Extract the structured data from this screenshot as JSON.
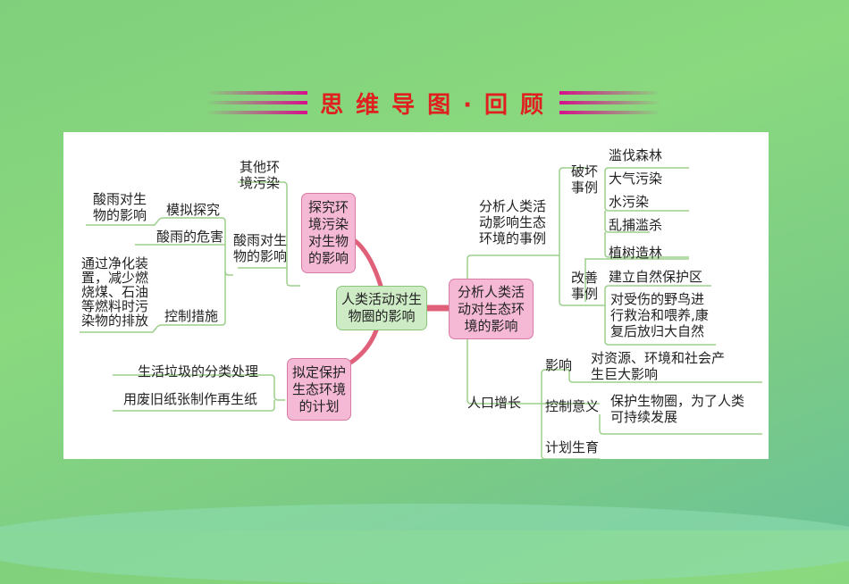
{
  "title": "思维导图·回顾",
  "title_parts": [
    "思维导图",
    "·回顾"
  ],
  "colors": {
    "background": "#86d37e",
    "title_red": "#e0201f",
    "stripe_magenta": "#d6108c",
    "node_pink": "#f5b9d6",
    "node_green": "#cdebc4",
    "connector_green": "#9ccf8c",
    "connector_red": "#e0607a"
  },
  "mindmap": {
    "center": "人类活动对生\n物圈的影响",
    "left_top": {
      "label": "探究环\n境污染\n对生物\n的影响",
      "other": "其他环\n境污染",
      "acid_rain": {
        "label": "酸雨对生\n物的影响",
        "simulate": {
          "label": "模拟探究",
          "detail": "酸雨对生\n物的影响"
        },
        "harm": "酸雨的危害",
        "control": {
          "label": "控制措施",
          "detail": "通过净化装\n置，减少燃\n烧煤、石油\n等燃料时污\n染物的排放"
        }
      }
    },
    "left_bottom": {
      "label": "拟定保护\n生态环境\n的计划",
      "items": [
        "生活垃圾的分类处理",
        "用废旧纸张制作再生纸"
      ]
    },
    "right": {
      "label": "分析人类活\n动对生态环\n境的影响",
      "examples": {
        "label": "分析人类活\n动影响生态\n环境的事例",
        "damage": {
          "label": "破坏\n事例",
          "items": [
            "滥伐森林",
            "大气污染",
            "水污染",
            "乱捕滥杀"
          ]
        },
        "improve": {
          "label": "改善\n事例",
          "items": [
            "植树造林",
            "建立自然保护区",
            "对受伤的野鸟进\n行救治和喂养,康\n复后放归大自然"
          ]
        }
      },
      "population": {
        "label": "人口增长",
        "impact": {
          "label": "影响",
          "detail": "对资源、环境和社会产\n生巨大影响"
        },
        "control": {
          "label": "控制意义",
          "detail": "保护生物圈，为了人类\n可持续发展"
        },
        "plan": "计划生育"
      }
    }
  }
}
